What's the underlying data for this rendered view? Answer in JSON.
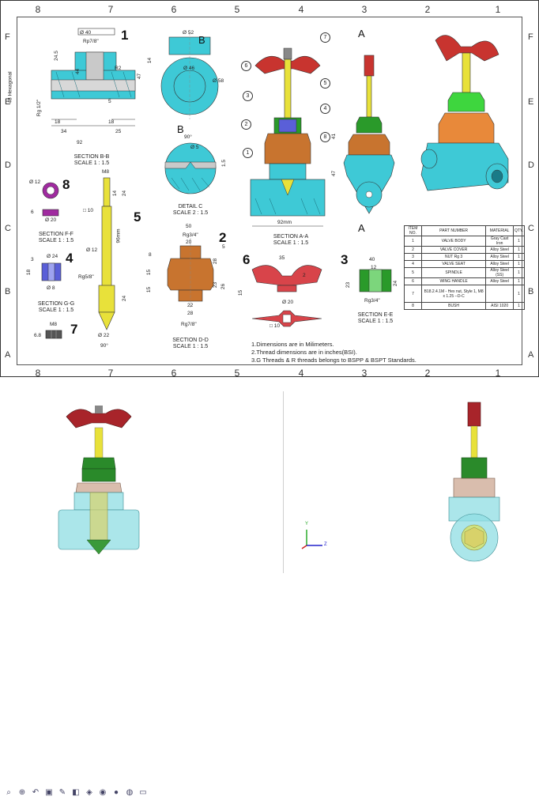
{
  "border_columns": [
    "8",
    "7",
    "6",
    "5",
    "4",
    "3",
    "2",
    "1"
  ],
  "border_rows": [
    "F",
    "E",
    "D",
    "C",
    "B",
    "A"
  ],
  "views": {
    "section_bb": {
      "title": "SECTION B-B",
      "scale": "SCALE 1 : 1.5",
      "callout": "1",
      "dims": [
        "Rp7/8\"",
        "Ø 40",
        "R2",
        "24.5",
        "44",
        "48 Hexagonal",
        "Rg 1/2\"",
        "18",
        "34",
        "92",
        "18",
        "25",
        "5"
      ]
    },
    "top_view": {
      "dims": [
        "Ø 52",
        "14",
        "47",
        "Ø 46",
        "Ø 58"
      ],
      "section_letter": "B"
    },
    "detail_c": {
      "title": "DETAIL C",
      "scale": "SCALE 2 : 1.5",
      "dims": [
        "90°",
        "Ø 5",
        "1.5"
      ]
    },
    "section_ff": {
      "title": "SECTION F-F",
      "scale": "SCALE 1 : 1.5",
      "callout": "8",
      "dims": [
        "Ø 12",
        "Ø 20",
        "6"
      ]
    },
    "section_gg": {
      "title": "SECTION G-G",
      "scale": "SCALE 1 : 1.5",
      "callout": "4",
      "dims": [
        "Ø 24",
        "Ø 8",
        "18",
        "3"
      ]
    },
    "part7": {
      "callout": "7",
      "dims": [
        "M8",
        "6.8"
      ]
    },
    "spindle": {
      "callout": "5",
      "dims": [
        "M8",
        "14",
        "24",
        "□ 10",
        "Ø 12",
        "96mm",
        "Rg5/8\"",
        "24",
        "Ø 22",
        "90°"
      ]
    },
    "section_dd": {
      "title": "SECTION D-D",
      "scale": "SCALE 1 : 1.5",
      "callout": "2",
      "dims": [
        "50",
        "Rg3/4\"",
        "20",
        "5",
        "28",
        "8",
        "15",
        "15",
        "23",
        "26",
        "22",
        "28",
        "Rg7/8\""
      ]
    },
    "section_aa": {
      "title": "SECTION A-A",
      "scale": "SCALE 1 : 1.5",
      "dims": [
        "41",
        "47",
        "92mm"
      ],
      "balloons": [
        "1",
        "2",
        "3",
        "4",
        "5",
        "6",
        "7",
        "8"
      ]
    },
    "wing": {
      "callout": "6",
      "dims": [
        "35",
        "15",
        "2",
        "Ø 20",
        "□ 10"
      ]
    },
    "section_ee": {
      "title": "SECTION E-E",
      "scale": "SCALE 1 : 1.5",
      "callout": "3",
      "dims": [
        "40",
        "12",
        "23",
        "Rg3/4\"",
        "24"
      ]
    },
    "side_view": {
      "section_letter": "A"
    }
  },
  "bom": {
    "headers": [
      "ITEM NO.",
      "PART NUMBER",
      "MATERIAL",
      "QTY."
    ],
    "rows": [
      [
        "1",
        "VALVE BODY",
        "Gray Cast Iron",
        "1"
      ],
      [
        "2",
        "VALVE COVER",
        "Alloy Steel",
        "1"
      ],
      [
        "3",
        "NUT Rg 3",
        "Alloy Steel",
        "1"
      ],
      [
        "4",
        "VALVE SEAT",
        "Alloy Steel",
        "1"
      ],
      [
        "5",
        "SPINDLE",
        "Alloy Steel (SS)",
        "1"
      ],
      [
        "6",
        "WING HANDLE",
        "Alloy Steel",
        "1"
      ],
      [
        "7",
        "B18.2.4.1M - Hex nut, Style 1, M8 x 1.25 --D-C",
        "",
        "1"
      ],
      [
        "8",
        "BUSH",
        "AISI 1020",
        "1"
      ]
    ]
  },
  "notes": [
    "1.Dimensions are in Milimeters.",
    "2.Thread dimensions are in inches(BSI).",
    "3.G Threads & R threads belongs to BSPP & BSPT Standards."
  ],
  "toolbar_icons": [
    "zoom-fit-icon",
    "zoom-area-icon",
    "previous-view-icon",
    "section-view-icon",
    "dynamic-annotation-icon",
    "view-orientation-icon",
    "display-style-icon",
    "hide-show-icon",
    "edit-appearance-icon",
    "apply-scene-icon",
    "view-settings-icon"
  ],
  "axes": {
    "y": "Y",
    "z": "Z"
  }
}
